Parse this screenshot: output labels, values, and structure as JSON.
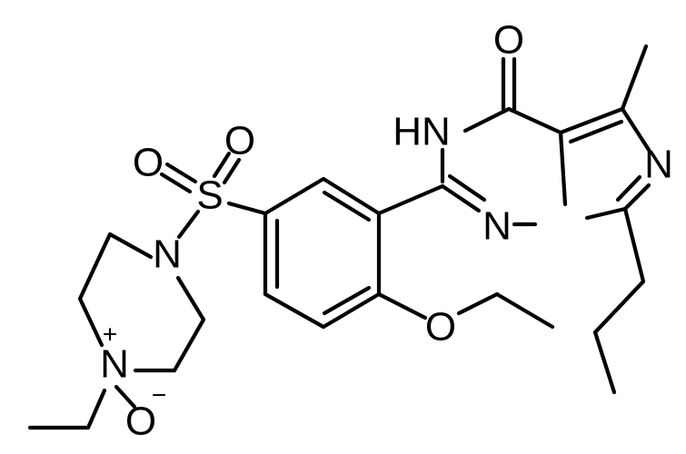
{
  "atoms": {
    "O_carbonyl": "O",
    "N_H": "HN",
    "N_imid": "N",
    "N_triazine": "N",
    "S": "S",
    "O_sulfonyl_1": "O",
    "O_sulfonyl_2": "O",
    "N_piperazine": "N",
    "N_oxide": "N",
    "N_oxide_charge": "+",
    "O_ether": "O",
    "O_oxide": "O",
    "O_oxide_charge": "−"
  }
}
